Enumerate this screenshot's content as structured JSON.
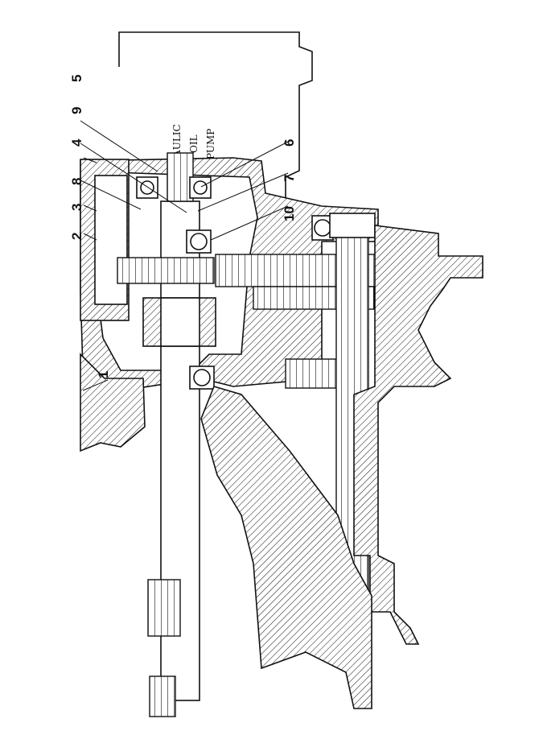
{
  "diagram": {
    "pump_label": [
      "HYDRAULIC",
      "OIL",
      "PUMP"
    ],
    "callouts": [
      "1",
      "2",
      "3",
      "4",
      "5",
      "6",
      "7",
      "8",
      "9",
      "10"
    ]
  }
}
